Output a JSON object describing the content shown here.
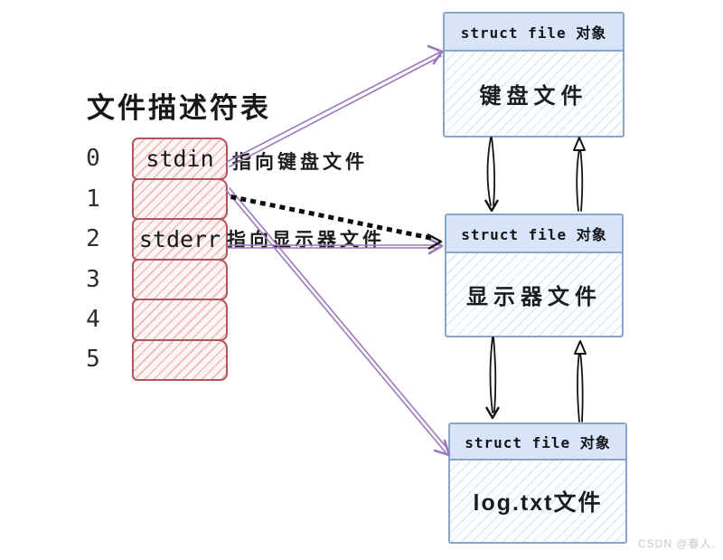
{
  "title": "文件描述符表",
  "fd_table": {
    "rows": [
      {
        "index": "0",
        "value": "stdin",
        "note": "指向键盘文件"
      },
      {
        "index": "1",
        "value": "",
        "note": ""
      },
      {
        "index": "2",
        "value": "stderr",
        "note": "指向显示器文件"
      },
      {
        "index": "3",
        "value": "",
        "note": ""
      },
      {
        "index": "4",
        "value": "",
        "note": ""
      },
      {
        "index": "5",
        "value": "",
        "note": ""
      }
    ]
  },
  "file_objects": [
    {
      "header": "struct file 对象",
      "body": "键盘文件"
    },
    {
      "header": "struct file 对象",
      "body": "显示器文件"
    },
    {
      "header": "struct file 对象",
      "body": "log.txt文件"
    }
  ],
  "arrows": {
    "stdin_to_keyboard": "solid-purple",
    "stdout_to_display": "dotted-black",
    "stderr_to_display": "solid-purple",
    "fd_to_logfile": "solid-purple",
    "between_objects": "black-bidirectional"
  },
  "palette": {
    "table_border": "#b0565c",
    "table_hatch": "#d46e6e",
    "object_border": "#8aa4ca",
    "object_header_bg": "#d8e4f7",
    "object_hatch": "#96b6dd",
    "pointer_purple": "#9d79ba",
    "ink_black": "#141414",
    "watermark_gray": "#c6c9ce"
  },
  "watermark": "CSDN @春人."
}
